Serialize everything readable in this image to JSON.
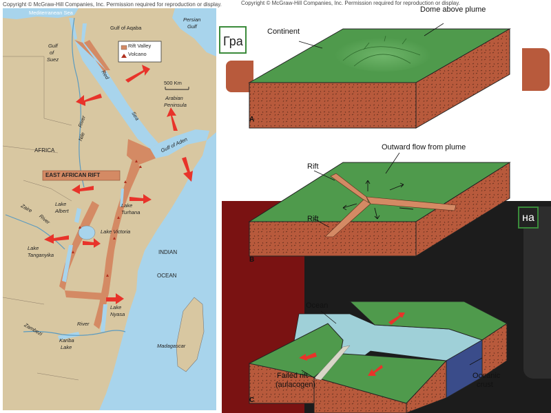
{
  "copyright_left": "Copyright © McGraw-Hill Companies, Inc. Permission required for reproduction or display.",
  "copyright_right": "Copyright © McGraw-Hill Companies, Inc. Permission required for reproduction or display.",
  "map": {
    "labels": {
      "mediterranean": "Mediterranean Sea",
      "gulf_aqaba": "Gulf of Aqaba",
      "persian_1": "Persian",
      "persian_2": "Gulf",
      "gulf_suez_1": "Gulf",
      "gulf_suez_2": "of",
      "gulf_suez_3": "Suez",
      "red_sea_1": "Red",
      "red_sea_2": "Sea",
      "arabian_1": "Arabian",
      "arabian_2": "Peninsula",
      "nile_1": "Nile",
      "nile_2": "River",
      "africa": "AFRICA",
      "gulf_aden": "Gulf of Aden",
      "east_african_rift": "EAST AFRICAN RIFT",
      "lake_albert_1": "Lake",
      "lake_albert_2": "Albert",
      "lake_turhana_1": "Lake",
      "lake_turhana_2": "Turhana",
      "zaire_1": "Zaire",
      "zaire_2": "River",
      "lake_victoria": "Lake Victoria",
      "lake_tanganyika_1": "Lake",
      "lake_tanganyika_2": "Tanganyika",
      "indian_1": "INDIAN",
      "indian_2": "OCEAN",
      "lake_nyasa_1": "Lake",
      "lake_nyasa_2": "Nyasa",
      "zambezi": "Zambezi",
      "river": "River",
      "kariba_1": "Kariba",
      "kariba_2": "Lake",
      "madagascar": "Madagascar"
    },
    "legend": {
      "rift_valley": "Rift Valley",
      "volcano": "Volcano"
    },
    "scale": "500 Km"
  },
  "diagram": {
    "a": {
      "letter": "A",
      "continent": "Continent",
      "dome": "Dome above plume"
    },
    "b": {
      "letter": "B",
      "outward": "Outward flow from plume",
      "rift_top": "Rift",
      "rift_bottom": "Rift"
    },
    "c": {
      "letter": "C",
      "ocean": "Ocean",
      "failed_1": "Failed rift",
      "failed_2": "(aulacogen)",
      "oceanic_1": "Oceanic",
      "oceanic_2": "crust"
    }
  },
  "slide": {
    "title_fragment": "Гра",
    "right_fragment": "на"
  },
  "colors": {
    "land": "#d8c7a1",
    "sea": "#a8d4ec",
    "rift": "#d48a64",
    "arrow": "#e8332a",
    "block_green": "#4f9a4c",
    "block_brown": "#b85a3c",
    "ocean_block": "#9fd0d8"
  }
}
